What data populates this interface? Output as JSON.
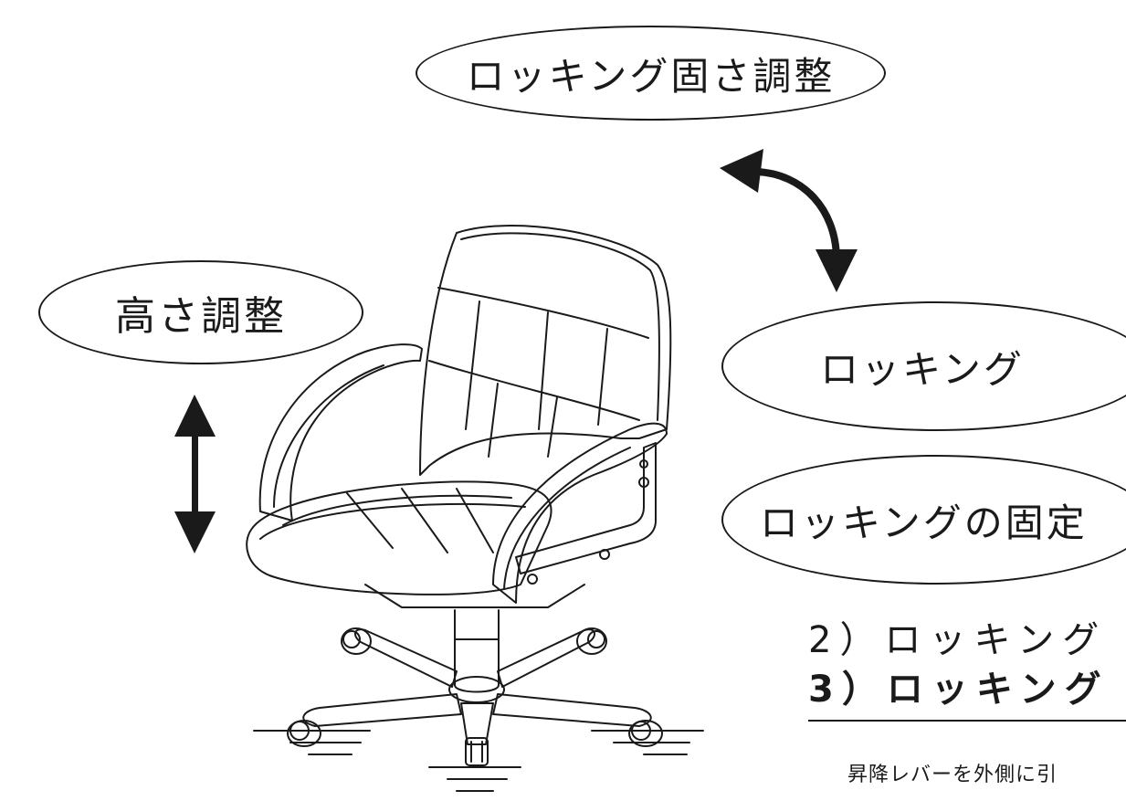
{
  "labels": {
    "rocking_tension": "ロッキング固さ調整",
    "height_adjust": "高さ調整",
    "rocking": "ロッキング",
    "rocking_lock": "ロッキングの固定"
  },
  "list": {
    "item2": "2）ロッキング\u0000",
    "item3": "3）ロッキング"
  },
  "note": "昇降レバーを外側に引"
}
